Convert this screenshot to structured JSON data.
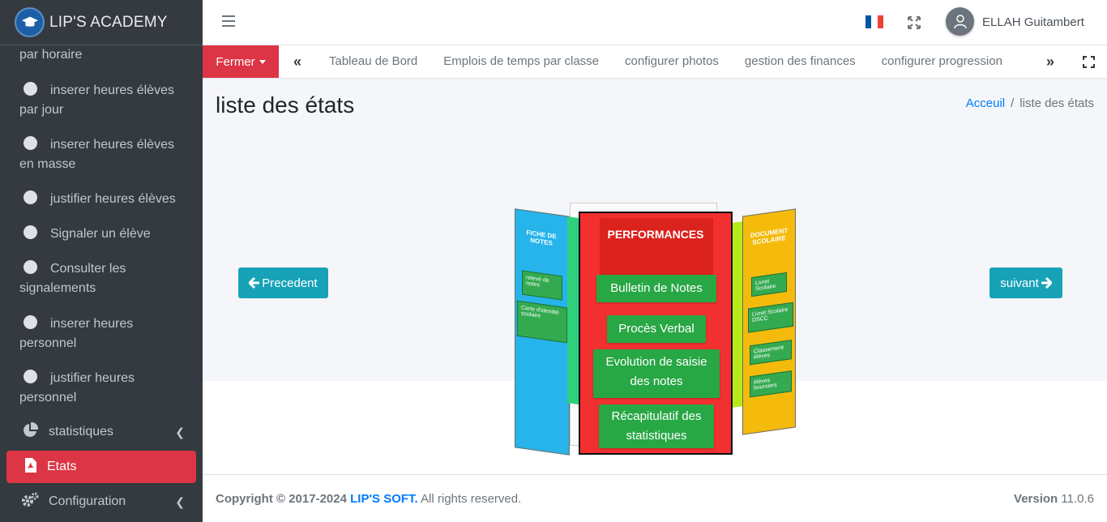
{
  "brand": {
    "name": "LIP'S ACADEMY"
  },
  "sidebar": {
    "items": [
      {
        "label": "par horaire"
      },
      {
        "label": "inserer heures élèves par jour"
      },
      {
        "label": "inserer heures élèves en masse"
      },
      {
        "label": "justifier heures élèves"
      },
      {
        "label": "Signaler un élève"
      },
      {
        "label": "Consulter les signalements"
      },
      {
        "label": "inserer heures personnel"
      },
      {
        "label": "justifier heures personnel"
      },
      {
        "label": "statistiques"
      },
      {
        "label": "Etats"
      },
      {
        "label": "Configuration"
      }
    ]
  },
  "topbar": {
    "user_name": "ELLAH Guitambert"
  },
  "tabbar": {
    "close_label": "Fermer",
    "tabs": [
      {
        "label": "Tableau de Bord"
      },
      {
        "label": "Emplois de temps par classe"
      },
      {
        "label": "configurer photos"
      },
      {
        "label": "gestion des finances"
      },
      {
        "label": "configurer progression"
      }
    ]
  },
  "page": {
    "title": "liste des états",
    "breadcrumb": {
      "home": "Acceuil",
      "current": "liste des états"
    }
  },
  "carousel": {
    "prev_label": "Precedent",
    "next_label": "suivant",
    "left_panel": {
      "title": "FICHE DE NOTES",
      "items": [
        "relevé de notes",
        "Carte d'identité scolaire"
      ]
    },
    "right_panel": {
      "title": "DOCUMENT SCOLAIRE",
      "items": [
        "Livret Scolaire",
        "Livret Scolaire DSCC",
        "Classement élèves",
        "élèves boursiers"
      ]
    },
    "center_panel": {
      "title": "PERFORMANCES",
      "items": [
        "Bulletin de Notes",
        "Procès Verbal",
        "Evolution de saisie des notes",
        "Récapitulatif des statistiques"
      ]
    }
  },
  "footer": {
    "copyright": "Copyright © 2017-2024",
    "company": "LIP'S SOFT.",
    "rights": "All rights reserved.",
    "version_label": "Version",
    "version": "11.0.6"
  },
  "colors": {
    "danger": "#dc3545",
    "info": "#17a2b8",
    "success": "#28a745",
    "sidebar": "#343a40"
  }
}
